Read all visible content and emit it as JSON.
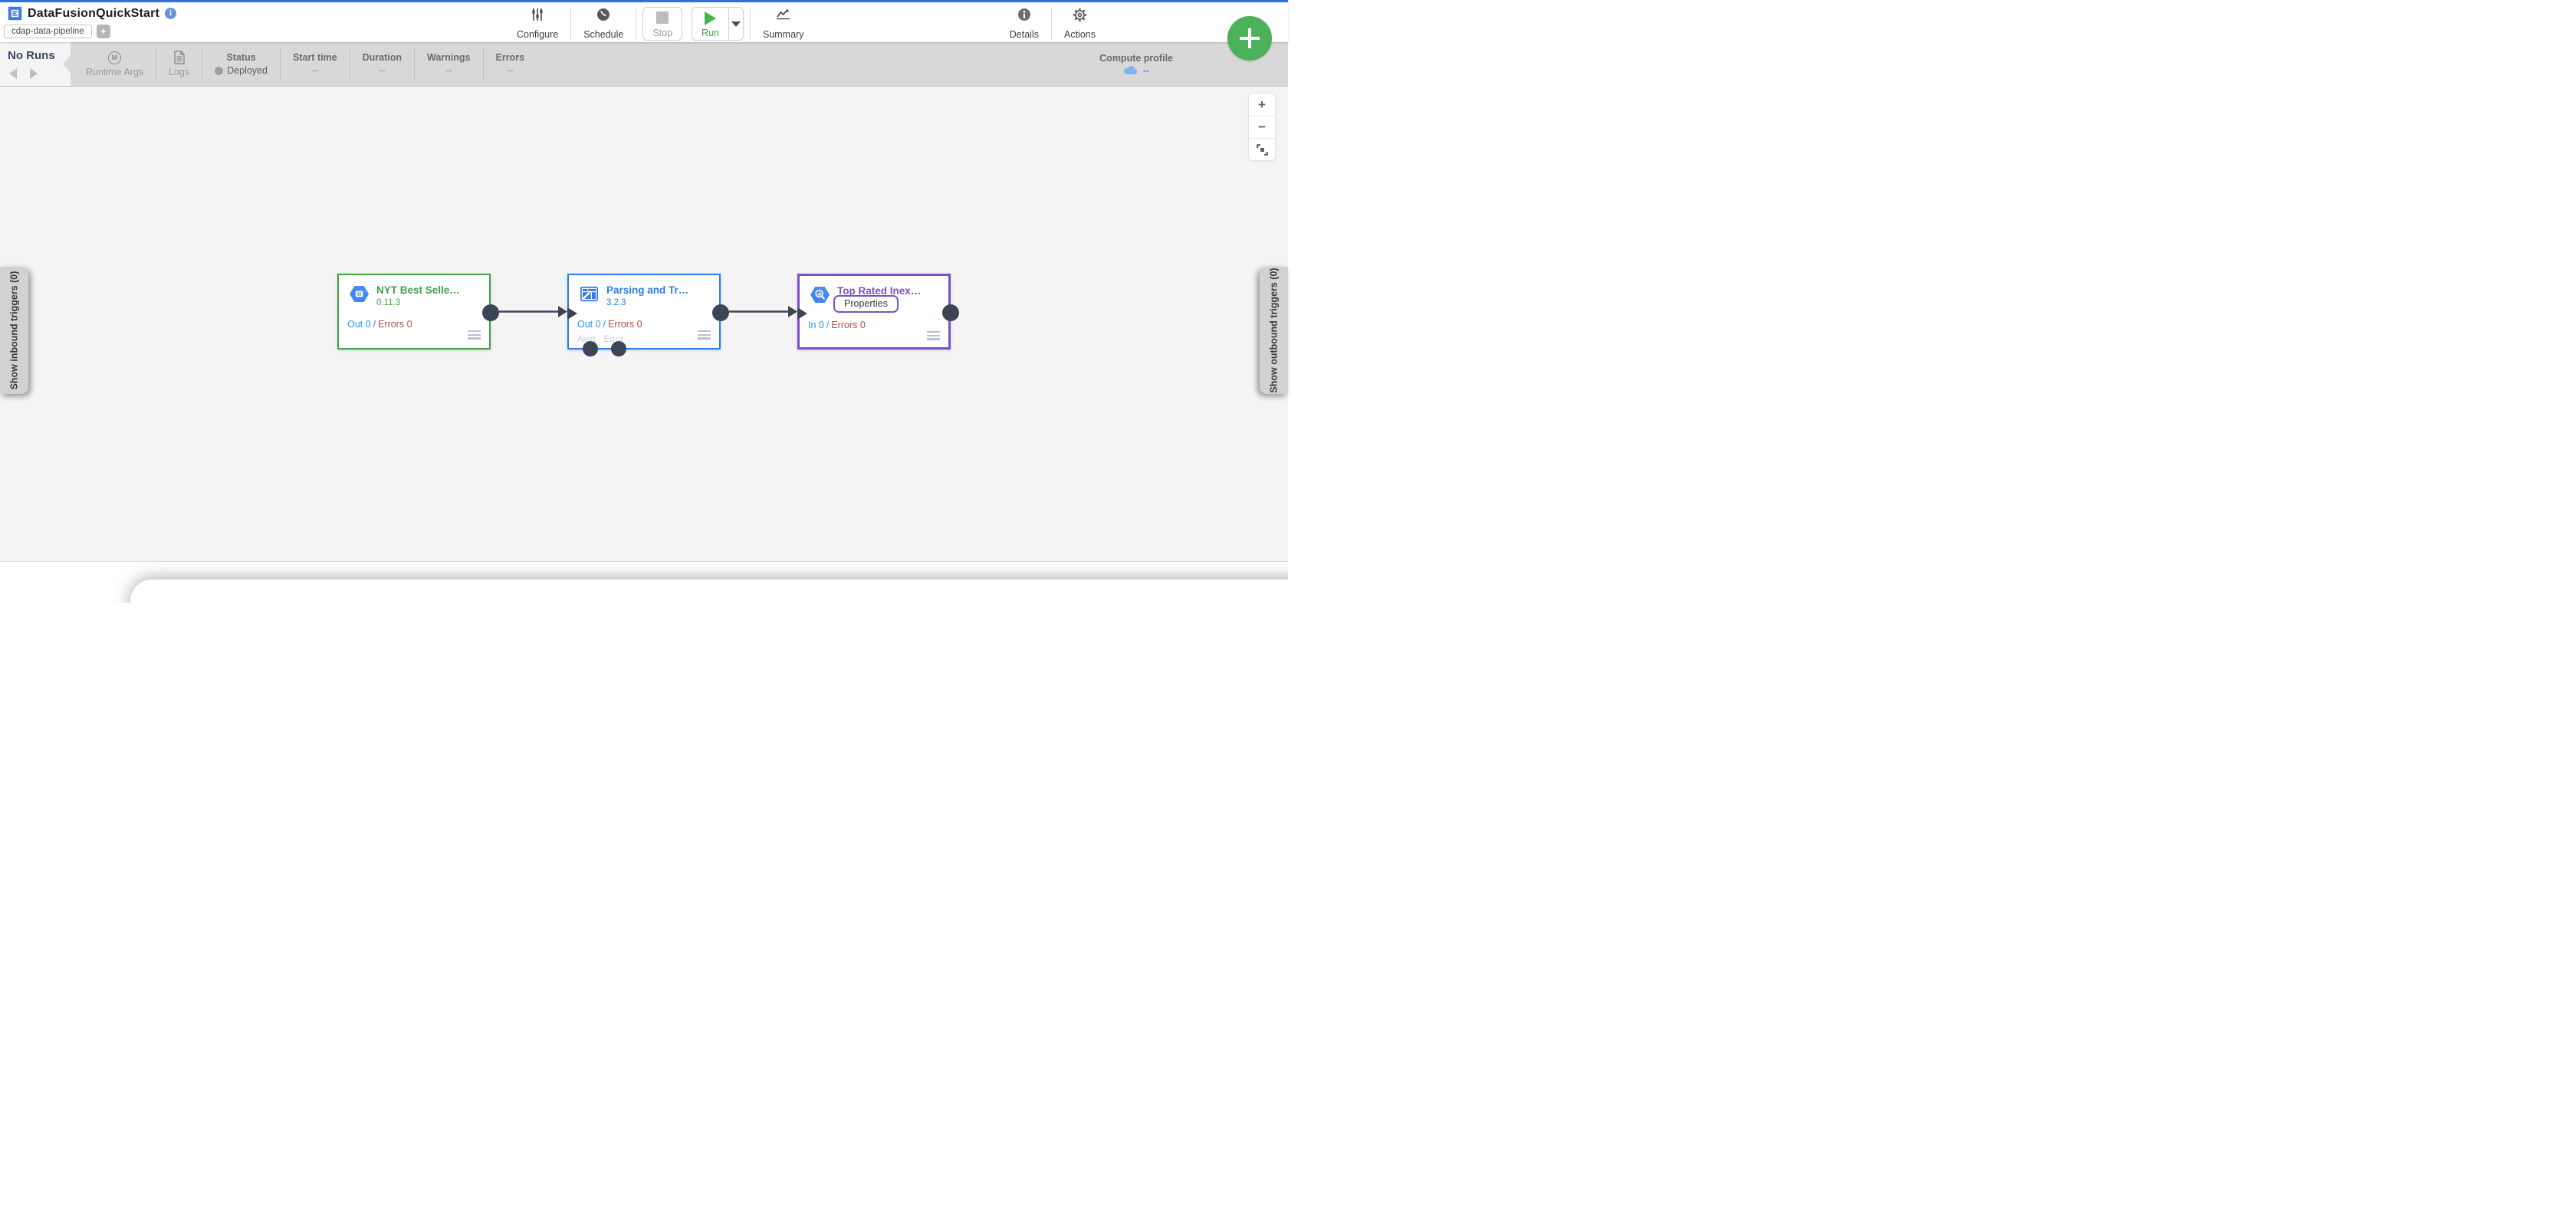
{
  "header": {
    "title": "DataFusionQuickStart",
    "tag": "cdap-data-pipeline",
    "accent_color": "#2e71d9",
    "toolbar": {
      "configure": "Configure",
      "schedule": "Schedule",
      "stop": "Stop",
      "run": "Run",
      "summary": "Summary",
      "details": "Details",
      "actions": "Actions"
    }
  },
  "run_bar": {
    "no_runs": "No Runs",
    "runtime_args": "Runtime Args",
    "runtime_args_icon_letter": "M",
    "logs": "Logs",
    "columns": [
      {
        "label": "Status",
        "value": "Deployed"
      },
      {
        "label": "Start time",
        "value": "--"
      },
      {
        "label": "Duration",
        "value": "--"
      },
      {
        "label": "Warnings",
        "value": "--"
      },
      {
        "label": "Errors",
        "value": "--"
      }
    ],
    "compute_profile": {
      "label": "Compute profile",
      "value": "--"
    },
    "status_dot_color": "#9e9e9e"
  },
  "canvas": {
    "nodes": [
      {
        "title": "NYT Best Selle…",
        "version": "0.11.3",
        "metrics": {
          "out": "Out 0",
          "sep": "/",
          "err": "Errors 0"
        },
        "color": "#43a047",
        "icon": "gcs-hexagon-icon"
      },
      {
        "title": "Parsing and Tr…",
        "version": "3.2.3",
        "metrics": {
          "out": "Out 0",
          "sep": "/",
          "err": "Errors 0"
        },
        "ports": {
          "alert": "Alert",
          "error": "Error"
        },
        "color": "#2b7de9",
        "icon": "wrangler-icon"
      },
      {
        "title": "Top Rated Inex…",
        "properties_label": "Properties",
        "metrics": {
          "in": "In 0",
          "sep": "/",
          "err": "Errors 0"
        },
        "color": "#7a52c7",
        "icon": "bigquery-hexagon-icon"
      }
    ],
    "left_tab": "Show inbound triggers (0)",
    "right_tab": "Show outbound triggers (0)",
    "zoom_controls": {
      "zoom_in": "+",
      "zoom_out": "−"
    },
    "metric_blue": "#2196f3",
    "metric_red": "#b0504c",
    "wire_color": "#3d4456"
  }
}
